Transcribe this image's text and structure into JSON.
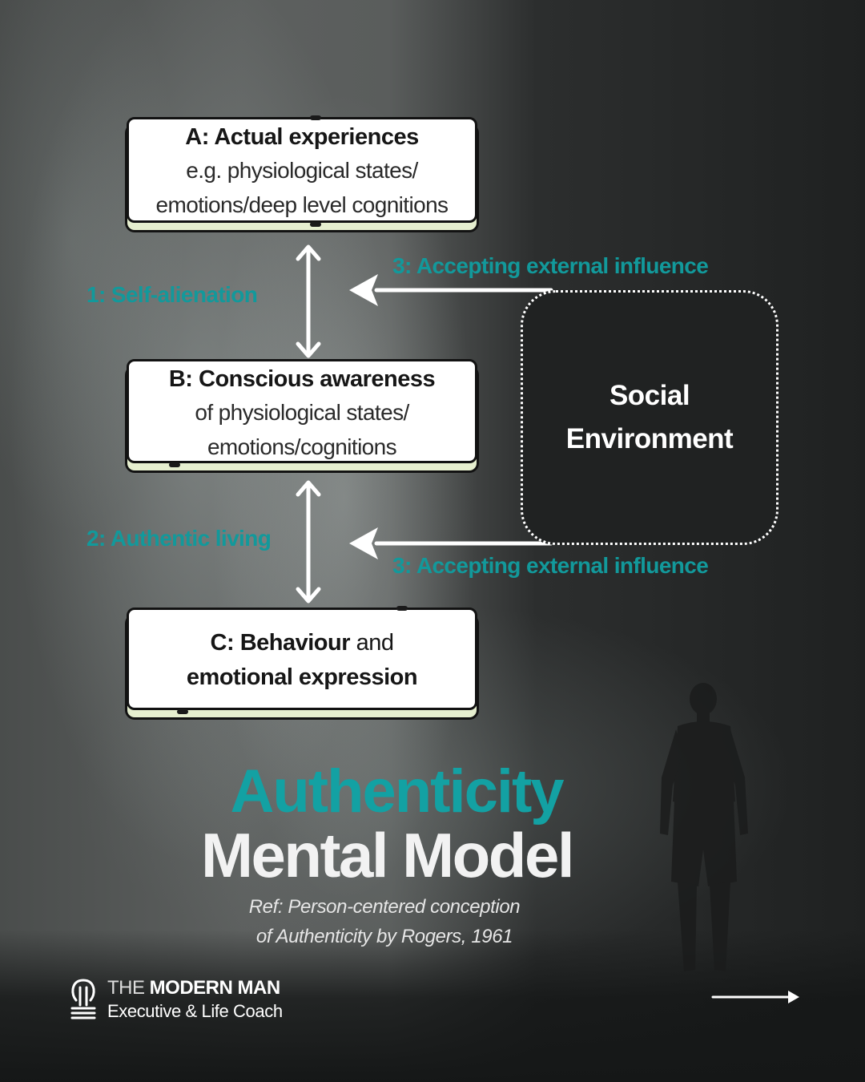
{
  "diagram": {
    "box_a": {
      "title": "A: Actual experiences",
      "line1": "e.g. physiological states/",
      "line2": "emotions/deep level cognitions"
    },
    "box_b": {
      "title": "B: Conscious awareness",
      "line1": "of physiological states/",
      "line2": "emotions/cognitions"
    },
    "box_c": {
      "title_bold": "C: Behaviour",
      "title_normal": " and",
      "line2": "emotional expression"
    },
    "labels": {
      "self_alienation": "1: Self-alienation",
      "authentic_living": "2: Authentic living",
      "external_influence_top": "3: Accepting external influence",
      "external_influence_bottom": "3: Accepting external influence"
    },
    "social_environment": {
      "line1": "Social",
      "line2": "Environment"
    }
  },
  "title": {
    "line1": "Authenticity",
    "line2": "Mental Model"
  },
  "reference": {
    "line1": "Ref: Person-centered conception",
    "line2": "of Authenticity by Rogers, 1961"
  },
  "brand": {
    "name_thin": "THE",
    "name_bold": " MODERN MAN",
    "tagline": "Executive & Life Coach"
  },
  "colors": {
    "accent_teal": "#12999b",
    "box_shadow_cream": "#e6efcf",
    "social_box_fill": "#202222"
  },
  "icons": {
    "logo": "modern-man-logo-icon",
    "next": "arrow-right-icon"
  }
}
